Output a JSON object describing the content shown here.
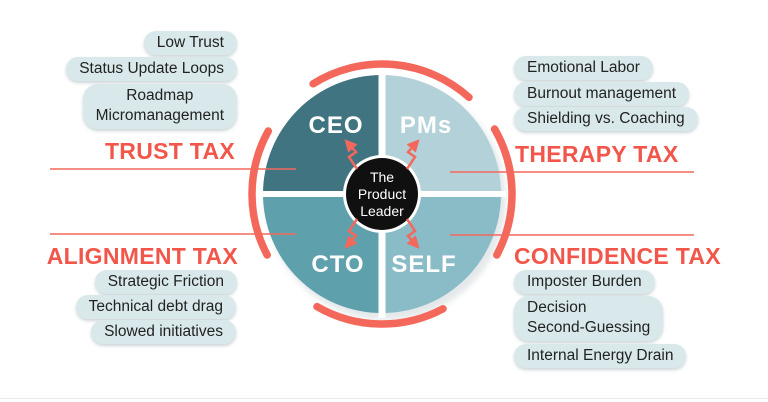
{
  "center": {
    "label": "The\nProduct\nLeader"
  },
  "quadrants": [
    {
      "label": "CEO",
      "color": "#3f7480"
    },
    {
      "label": "PMs",
      "color": "#b3d1d8"
    },
    {
      "label": "CTO",
      "color": "#5fa0ad"
    },
    {
      "label": "SELF",
      "color": "#89bcc7"
    }
  ],
  "sections": {
    "trust": {
      "title": "TRUST TAX",
      "items": [
        "Low Trust",
        "Status Update Loops",
        "Roadmap\nMicromanagement"
      ]
    },
    "therapy": {
      "title": "THERAPY TAX",
      "items": [
        "Emotional Labor",
        "Burnout management",
        "Shielding vs. Coaching"
      ]
    },
    "alignment": {
      "title": "ALIGNMENT TAX",
      "items": [
        "Strategic Friction",
        "Technical debt drag",
        "Slowed initiatives"
      ]
    },
    "confidence": {
      "title": "CONFIDENCE TAX",
      "items": [
        "Imposter Burden",
        "Decision\nSecond-Guessing",
        "Internal Energy Drain"
      ]
    }
  },
  "colors": {
    "accent": "#f4685c",
    "title_text": "#f2564b",
    "pill_bg": "#d9e9eb",
    "pill_text": "#222222",
    "center_circle": "#101010"
  }
}
